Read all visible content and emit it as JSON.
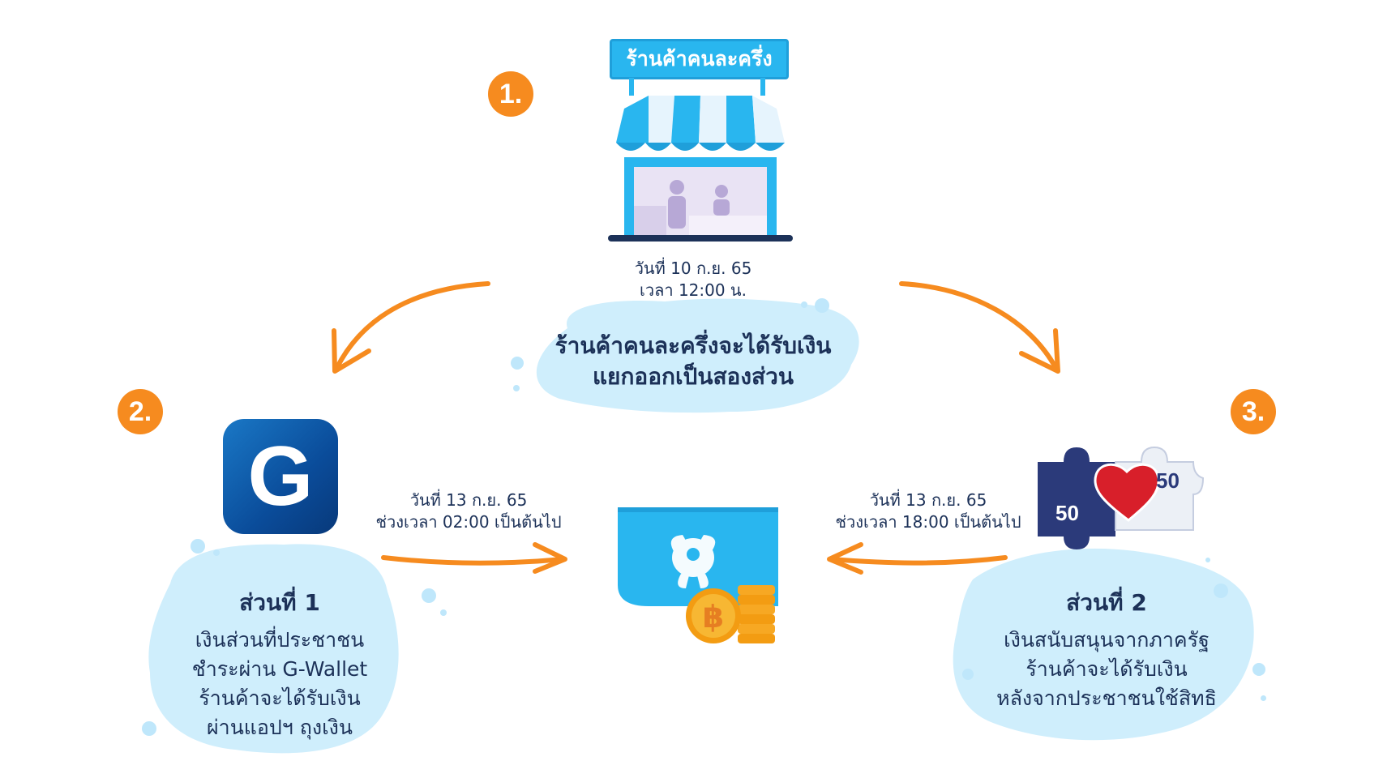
{
  "store": {
    "sign_text": "ร้านค้าคนละครึ่ง",
    "date_line": "วันที่ 10 ก.ย. 65",
    "time_line": "เวลา 12:00 น."
  },
  "center_message": {
    "line1": "ร้านค้าคนละครึ่งจะได้รับเงิน",
    "line2": "แยกออกเป็นสองส่วน"
  },
  "steps": {
    "step1": "1.",
    "step2": "2.",
    "step3": "3."
  },
  "gwallet": {
    "logo_letter": "G",
    "date_line": "วันที่ 13 ก.ย. 65",
    "time_line": "ช่วงเวลา 02:00 เป็นต้นไป"
  },
  "part1": {
    "heading": "ส่วนที่ 1",
    "lines": [
      "เงินส่วนที่ประชาชน",
      "ชำระผ่าน G-Wallet",
      "ร้านค้าจะได้รับเงิน",
      "ผ่านแอปฯ ถุงเงิน"
    ]
  },
  "gov": {
    "piece_left": "50",
    "piece_right": "50",
    "date_line": "วันที่ 13 ก.ย. 65",
    "time_line": "ช่วงเวลา 18:00 เป็นต้นไป"
  },
  "part2": {
    "heading": "ส่วนที่ 2",
    "lines": [
      "เงินสนับสนุนจากภาครัฐ",
      "ร้านค้าจะได้รับเงิน",
      "หลังจากประชาชนใช้สิทธิ"
    ]
  },
  "wallet": {
    "coin_symbol": "฿"
  },
  "colors": {
    "orange": "#f68b1f",
    "navy": "#1c3158",
    "sky": "#29b6ef",
    "blob": "#cfeefc",
    "gblue": "#0a4c9a",
    "puzzle_navy": "#2b3a7a",
    "heart": "#d81f2a"
  }
}
